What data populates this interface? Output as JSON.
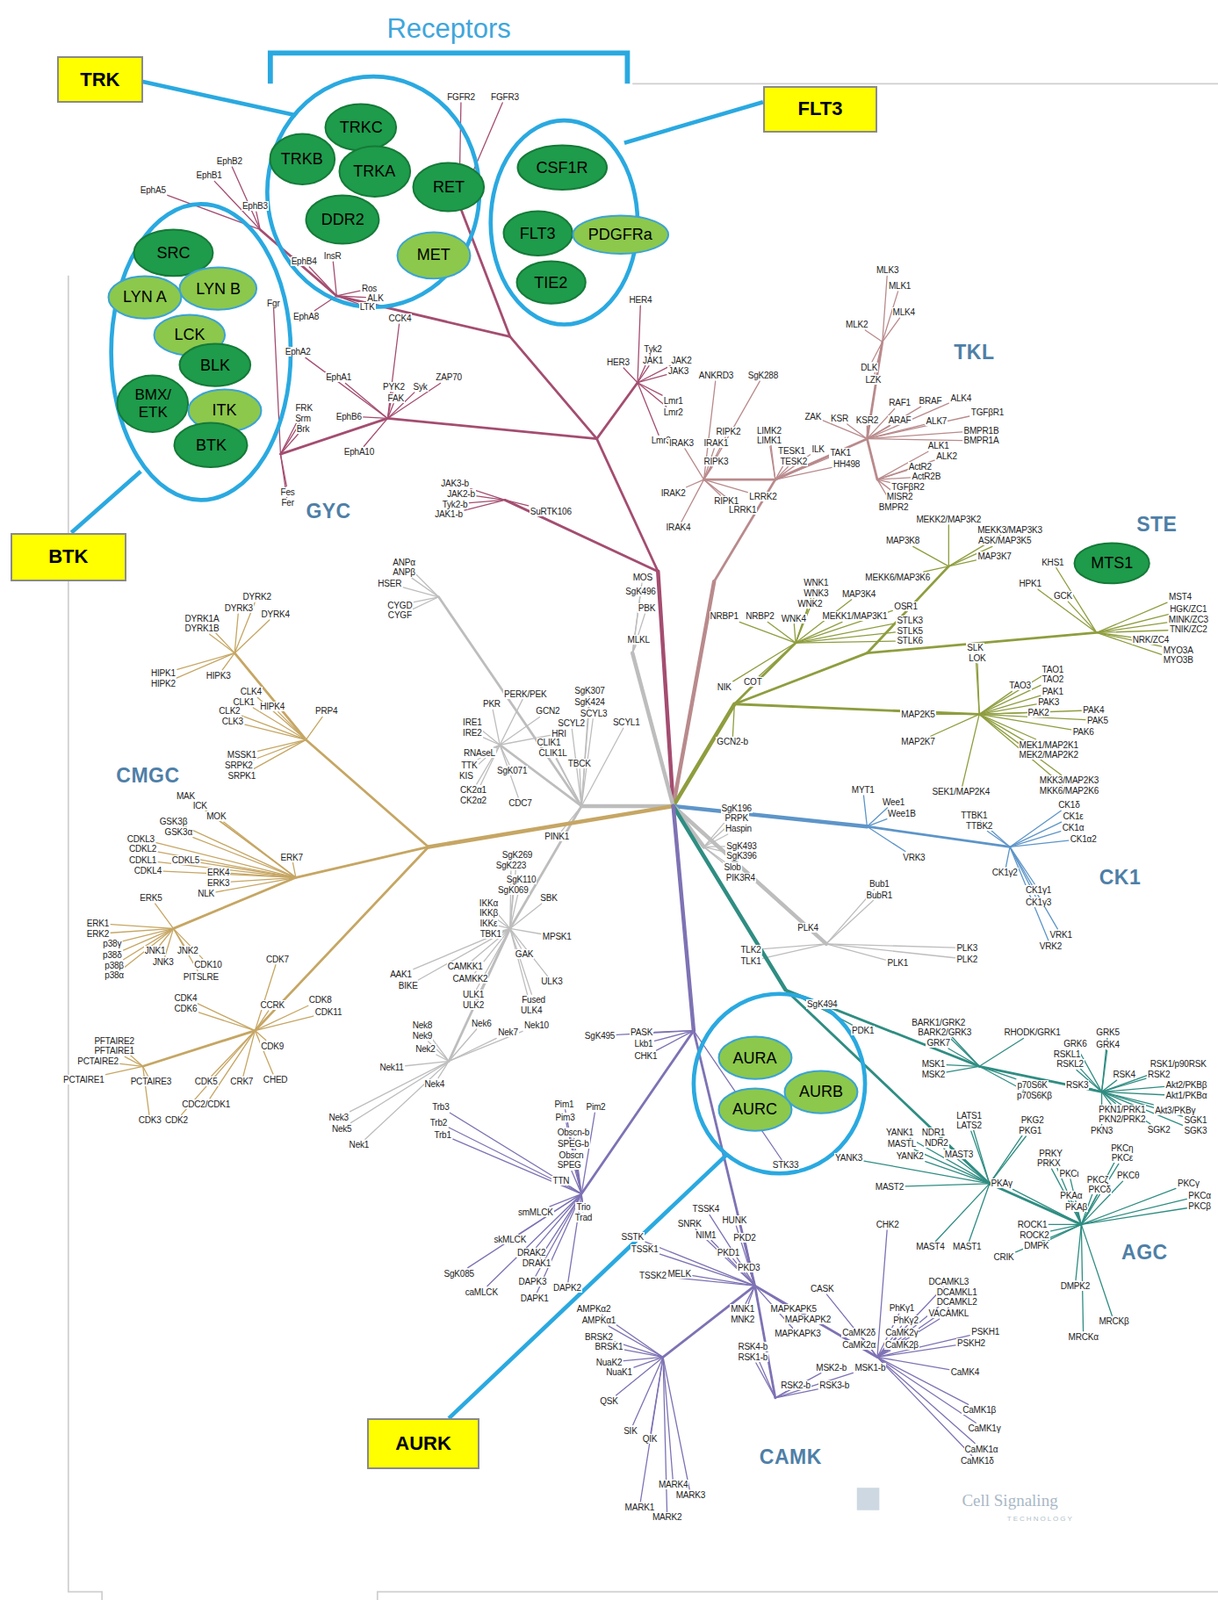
{
  "diagram": {
    "nodes": [
      {
        "text": [
          "TRK"
        ]
      },
      {
        "text": [
          "FLT3"
        ]
      },
      {
        "text": [
          "TRKC"
        ]
      },
      {
        "text": [
          "TRKB"
        ]
      },
      {
        "text": [
          "TRKA"
        ]
      },
      {
        "text": [
          "CSF1R"
        ]
      },
      {
        "text": [
          "RET"
        ]
      },
      {
        "text": [
          "DDR2"
        ]
      },
      {
        "text": [
          "FLT3"
        ]
      },
      {
        "text": [
          "PDGFRa"
        ]
      },
      {
        "text": [
          "SRC"
        ]
      },
      {
        "text": [
          "MET"
        ]
      },
      {
        "text": [
          "TIE2"
        ]
      },
      {
        "text": [
          "LYN B"
        ]
      },
      {
        "text": [
          "LYN A"
        ]
      },
      {
        "text": [
          "LCK"
        ]
      },
      {
        "text": [
          "BLK"
        ]
      },
      {
        "text": [
          "BMX/ ETK"
        ]
      },
      {
        "text": [
          "ITK"
        ]
      },
      {
        "text": [
          "BTK"
        ]
      },
      {
        "text": [
          "BTK"
        ]
      },
      {
        "text": [
          "MTS1"
        ]
      },
      {
        "text": [
          "AURA"
        ]
      },
      {
        "text": [
          "AURB"
        ]
      },
      {
        "text": [
          "AURC"
        ]
      },
      {
        "text": [
          "AURK"
        ]
      }
    ],
    "labels": [
      "Receptors",
      "GYC",
      "TKL",
      "STE",
      "CMGC",
      "CK1",
      "AGC",
      "CAMK",
      "FGFR2",
      "FGFR3",
      "EphB2",
      "EphB1",
      "EphA5",
      "EphB3",
      "EphB4",
      "InsR",
      "Ros",
      "ALK",
      "LTK",
      "EphA8",
      "Fgr",
      "CCK4",
      "EphA2",
      "EphA1",
      "PYK2",
      "FAK",
      "Syk",
      "ZAP70",
      "FRK",
      "Srm",
      "Brk",
      "EphB6",
      "EphA10",
      "Fes",
      "Fer",
      "Tyk2",
      "JAK1",
      "JAK2",
      "JAK3",
      "HER4",
      "HER3",
      "Lmr1",
      "Lmr2",
      "Lmr3",
      "JAK3-b",
      "JAK2-b",
      "Tyk2-b",
      "JAK1-b",
      "SuRTK106",
      "MLK3",
      "MLK1",
      "MLK4",
      "MLK2",
      "DLK",
      "LZK",
      "ANKRD3",
      "SgK288",
      "ZAK",
      "KSR",
      "KSR2",
      "RAF1",
      "BRAF",
      "ARAF",
      "ALK4",
      "TGFβR1",
      "ALK7",
      "BMPR1B",
      "BMPR1A",
      "ALK1",
      "ALK2",
      "ActR2",
      "ActR2B",
      "TGFβR2",
      "MISR2",
      "BMPR2",
      "RIPK2",
      "IRAK3",
      "IRAK1",
      "LIMK2",
      "LIMK1",
      "TESK1",
      "TESK2",
      "ILK",
      "TAK1",
      "HH498",
      "RIPK3",
      "IRAK2",
      "RIPK1",
      "LRRK2",
      "LRRK1",
      "IRAK4",
      "MEKK2/MAP3K2",
      "MEKK3/MAP3K3",
      "ASK/MAP3K5",
      "MAP3K8",
      "MAP3K7",
      "MEKK6/MAP3K6",
      "KHS1",
      "HPK1",
      "GCK",
      "MST4",
      "HGK/ZC1",
      "MINK/ZC3",
      "TNIK/ZC2",
      "NRK/ZC4",
      "MYO3A",
      "MYO3B",
      "WNK1",
      "WNK3",
      "MAP3K4",
      "WNK2",
      "MEKK1/MAP3K1",
      "WNK4",
      "OSR1",
      "STLK3",
      "STLK5",
      "STLK6",
      "NRBP1",
      "NRBP2",
      "SLK",
      "LOK",
      "TAO1",
      "TAO2",
      "TAO3",
      "PAK1",
      "PAK3",
      "PAK2",
      "PAK4",
      "PAK5",
      "PAK6",
      "MAP2K5",
      "MAP2K7",
      "MEK1/MAP2K1",
      "MEK2/MAP2K2",
      "MKK3/MAP2K3",
      "MKK6/MAP2K6",
      "SEK1/MAP2K4",
      "MOS",
      "SgK496",
      "PBK",
      "MLKL",
      "NIK",
      "COT",
      "GCN2-b",
      "MYT1",
      "Wee1",
      "Wee1B",
      "TTBK1",
      "TTBK2",
      "CK1δ",
      "CK1ε",
      "CK1α",
      "CK1α2",
      "VRK3",
      "CK1γ2",
      "CK1γ1",
      "CK1γ3",
      "VRK1",
      "VRK2",
      "SgK196",
      "PRPK",
      "Haspin",
      "SgK493",
      "SgK396",
      "Slob",
      "PIK3R4",
      "Bub1",
      "BubR1",
      "PLK4",
      "TLK2",
      "TLK1",
      "PLK3",
      "PLK2",
      "PLK1",
      "SgK494",
      "PDK1",
      "ANPα",
      "ANPβ",
      "HSER",
      "CYGD",
      "CYGF",
      "PKR",
      "PERK/PEK",
      "GCN2",
      "SgK307",
      "SgK424",
      "SCYL3",
      "SCYL2",
      "SCYL1",
      "HRI",
      "CLIK1",
      "CLIK1L",
      "IRE1",
      "IRE2",
      "RNAseL",
      "TBCK",
      "TTK",
      "KIS",
      "SgK071",
      "CK2α1",
      "CK2α2",
      "CDC7",
      "PINK1",
      "SgK269",
      "SgK223",
      "SgK110",
      "SgK069",
      "SBK",
      "IKKα",
      "IKKβ",
      "IKKε",
      "TBK1",
      "MPSK1",
      "GAK",
      "AAK1",
      "BIKE",
      "CAMKK1",
      "CAMKK2",
      "ULK3",
      "ULK1",
      "ULK2",
      "Fused",
      "ULK4",
      "Nek6",
      "Nek7",
      "Nek10",
      "Nek8",
      "Nek9",
      "Nek2",
      "Nek11",
      "Nek4",
      "Nek3",
      "Nek5",
      "Nek1",
      "SgK495",
      "PASK",
      "Lkb1",
      "CHK1",
      "Trb3",
      "Trb2",
      "Trb1",
      "Pim1",
      "Pim2",
      "Pim3",
      "Obscn-b",
      "SPEG-b",
      "Obscn",
      "SPEG",
      "TTN",
      "Trio",
      "Trad",
      "smMLCK",
      "skMLCK",
      "DRAK2",
      "DRAK1",
      "SgK085",
      "caMLCK",
      "DAPK3",
      "DAPK2",
      "DAPK1",
      "STK33",
      "TSSK4",
      "HUNK",
      "SNRK",
      "SSTK",
      "NIM1",
      "TSSK1",
      "TSSK2",
      "PKD2",
      "PKD1",
      "PKD3",
      "MELK",
      "CHK2",
      "DCAMKL3",
      "DCAMKL1",
      "DCAMKL2",
      "VACAMKL",
      "CASK",
      "MNK1",
      "MNK2",
      "MAPKAPK5",
      "MAPKAPK2",
      "MAPKAPK3",
      "PhKγ1",
      "PhKγ2",
      "CaMK2δ",
      "CaMK2γ",
      "CaMK2α",
      "CaMK2β",
      "PSKH1",
      "PSKH2",
      "CaMK4",
      "RSK4-b",
      "RSK1-b",
      "MSK2-b",
      "MSK1-b",
      "RSK2-b",
      "RSK3-b",
      "CaMK1β",
      "CaMK1γ",
      "CaMK1α",
      "CaMK1δ",
      "AMPKα2",
      "AMPKα1",
      "BRSK2",
      "BRSK1",
      "NuaK2",
      "NuaK1",
      "QSK",
      "SIK",
      "QIK",
      "MARK4",
      "MARK3",
      "MARK1",
      "MARK2",
      "DYRK2",
      "DYRK3",
      "DYRK1A",
      "DYRK1B",
      "DYRK4",
      "HIPK1",
      "HIPK2",
      "HIPK3",
      "HIPK4",
      "PRP4",
      "CLK4",
      "CLK1",
      "CLK2",
      "CLK3",
      "MSSK1",
      "SRPK2",
      "SRPK1",
      "MAK",
      "ICK",
      "MOK",
      "GSK3β",
      "GSK3α",
      "CDKL3",
      "CDKL2",
      "CDKL1",
      "CDKL4",
      "CDKL5",
      "ERK4",
      "ERK3",
      "ERK7",
      "NLK",
      "ERK5",
      "ERK1",
      "ERK2",
      "p38γ",
      "p38δ",
      "p38β",
      "p38α",
      "JNK1",
      "JNK3",
      "JNK2",
      "CDK10",
      "PITSLRE",
      "CDK7",
      "CDK4",
      "CDK6",
      "CCRK",
      "CDK8",
      "CDK11",
      "PFTAIRE2",
      "PFTAIRE1",
      "PCTAIRE2",
      "PCTAIRE1",
      "PCTAIRE3",
      "CDK9",
      "CDK5",
      "CRK7",
      "CHED",
      "CDC2/CDK1",
      "CDK3",
      "CDK2",
      "BARK1/GRK2",
      "BARK2/GRK3",
      "GRK7",
      "RHODK/GRK1",
      "GRK5",
      "GRK4",
      "GRK6",
      "RSKL1",
      "RSKL2",
      "RSK1/p90RSK",
      "RSK4",
      "RSK2",
      "Akt2/PKBβ",
      "Akt1/PKBα",
      "Akt3/PKBγ",
      "SGK1",
      "SGK3",
      "SGK2",
      "MSK1",
      "MSK2",
      "RSK3",
      "p70S6K",
      "p70S6Kβ",
      "PKN1/PRK1",
      "PKN2/PRK2",
      "PKN3",
      "LATS1",
      "LATS2",
      "NDR1",
      "NDR2",
      "MAST3",
      "PKG2",
      "PKG1",
      "PRKY",
      "PRKX",
      "PKCη",
      "PKCε",
      "PKCι",
      "PKCζ",
      "PKCθ",
      "PKCδ",
      "PKCγ",
      "PKCα",
      "PKCβ",
      "PKAγ",
      "PKAα",
      "PKAβ",
      "MASTL",
      "YANK1",
      "YANK2",
      "YANK3",
      "MAST2",
      "ROCK1",
      "ROCK2",
      "DMPK",
      "MAST4",
      "MAST1",
      "CRIK",
      "DMPK2",
      "MRCKβ",
      "MRCKα",
      "Cell Signaling",
      "TECHNOLOGY"
    ]
  }
}
